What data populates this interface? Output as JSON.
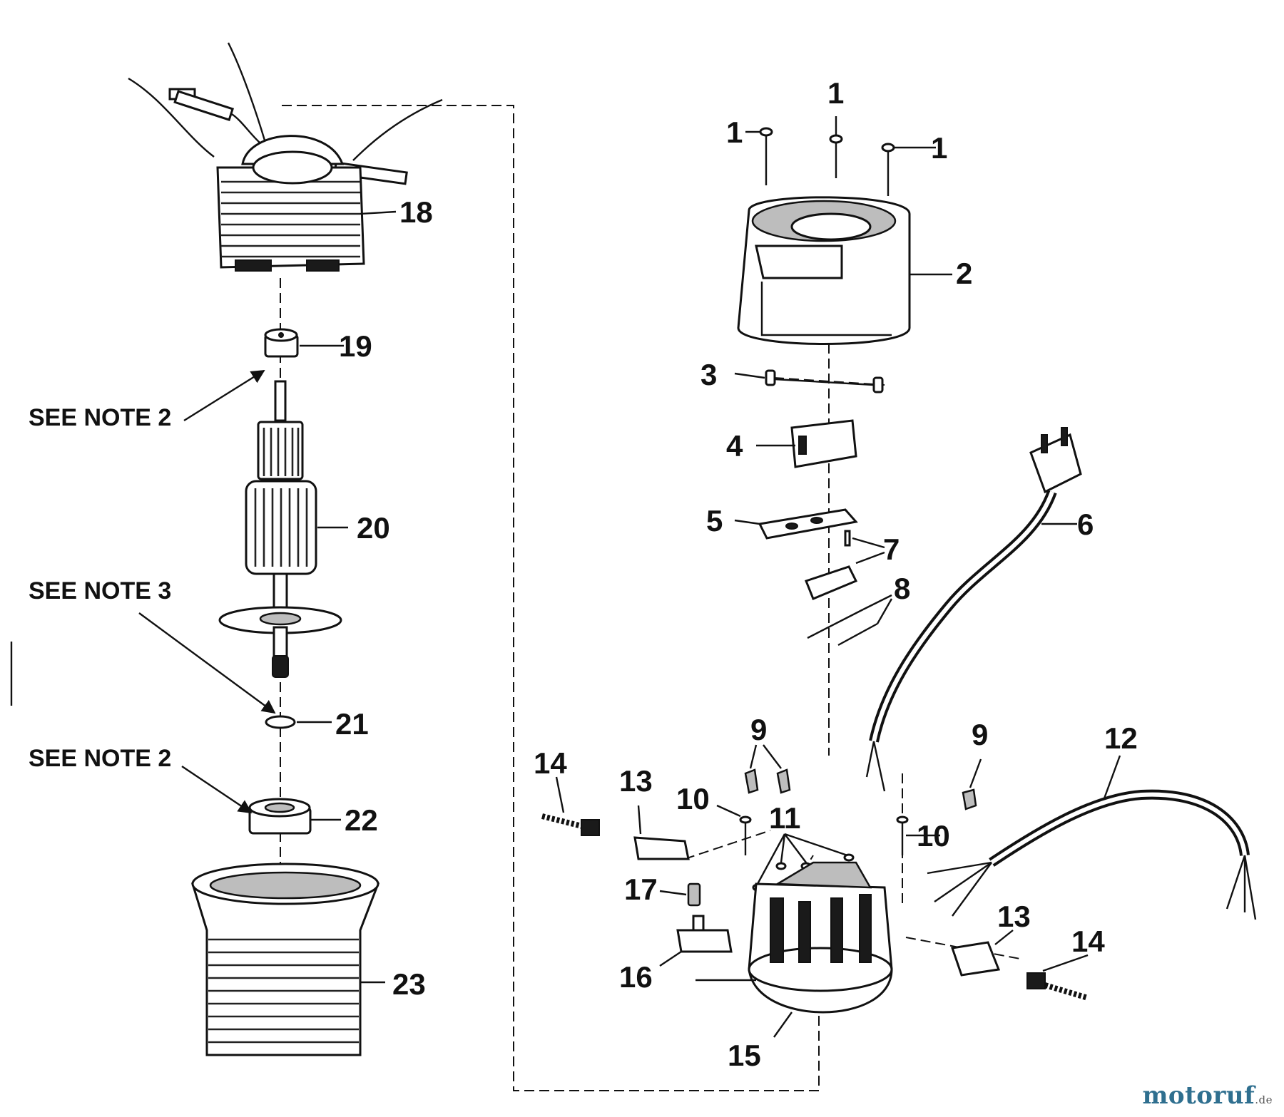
{
  "callouts": {
    "c1a": "1",
    "c1b": "1",
    "c1c": "1",
    "c2": "2",
    "c3": "3",
    "c4": "4",
    "c5": "5",
    "c6": "6",
    "c7": "7",
    "c8": "8",
    "c9a": "9",
    "c9b": "9",
    "c10a": "10",
    "c10b": "10",
    "c11": "11",
    "c12": "12",
    "c13a": "13",
    "c13b": "13",
    "c14a": "14",
    "c14b": "14",
    "c15": "15",
    "c16": "16",
    "c17": "17",
    "c18": "18",
    "c19": "19",
    "c20": "20",
    "c21": "21",
    "c22": "22",
    "c23": "23"
  },
  "notes": {
    "note_top": "SEE NOTE 2",
    "note_mid": "SEE NOTE 3",
    "note_bottom": "SEE NOTE 2"
  },
  "watermark": {
    "brand": "motoruf",
    "suffix": ".de"
  }
}
